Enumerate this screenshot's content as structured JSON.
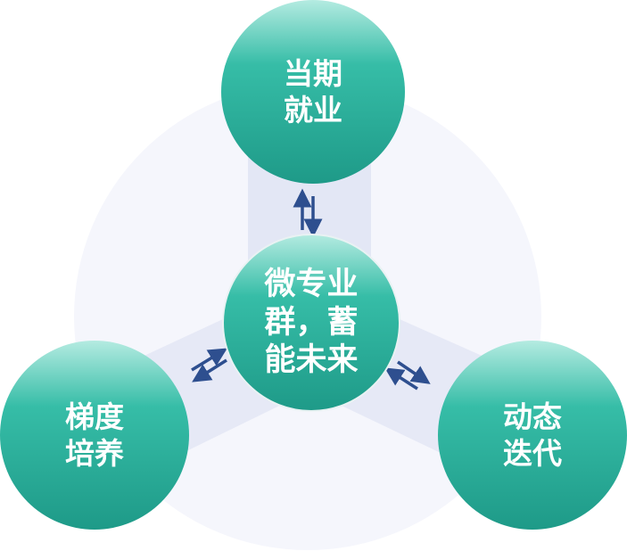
{
  "center": {
    "label": "微专业\n群，蓄\n能未来"
  },
  "nodes": {
    "top": {
      "label": "当期\n就业"
    },
    "left": {
      "label": "梯度\n培养"
    },
    "right": {
      "label": "动态\n迭代"
    }
  },
  "colors": {
    "circle_top": "#b4ebe1",
    "circle_mid": "#2fb9a3",
    "circle_bottom": "#1e9a88",
    "arrow": "#2e4f8f",
    "band": "#e3e7f5",
    "backdrop": "#f5f6fc"
  }
}
